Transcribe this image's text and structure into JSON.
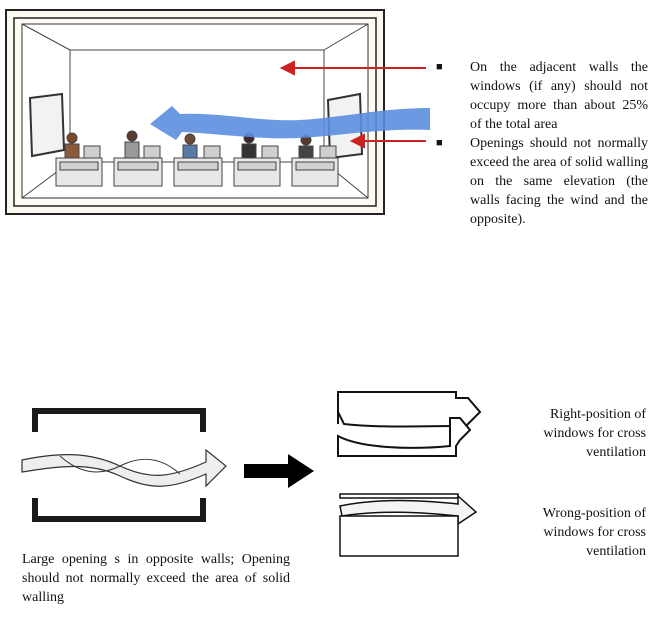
{
  "bullets": [
    "On the adjacent walls the windows (if any) should not occupy more than about 25% of the total area",
    "Openings should not normally exceed the area of solid walling on the same elevation (the walls facing the wind and the opposite)."
  ],
  "captions": {
    "large_openings": "Large opening s in opposite walls; Opening should not normally exceed the area of solid walling",
    "right_position": "Right-position of windows for cross ventilation",
    "wrong_position": "Wrong-position of windows for cross ventilation"
  },
  "colors": {
    "wind_arrow": "#5b8fe0",
    "callout_arrow": "#cc2222",
    "frame": "#222222"
  }
}
